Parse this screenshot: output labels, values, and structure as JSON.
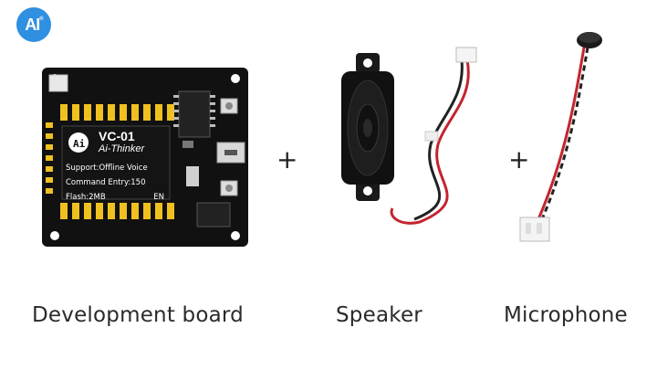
{
  "brand": {
    "logo_text": "AI",
    "logo_mark": "®"
  },
  "board": {
    "module_name": "VC-01",
    "module_brand": "Ai-Thinker",
    "support_line": "Support:Offline Voice",
    "command_line": "Command Entry:150",
    "flash_line": "Flash:2MB",
    "region_code": "EN"
  },
  "operators": {
    "plus_1": "+",
    "plus_2": "+"
  },
  "captions": {
    "board": "Development board",
    "speaker": "Speaker",
    "microphone": "Microphone"
  },
  "colors": {
    "logo_blue": "#2f8fe0",
    "pcb_black": "#111111",
    "pin_gold": "#f0c020",
    "wire_red": "#c4242f"
  }
}
